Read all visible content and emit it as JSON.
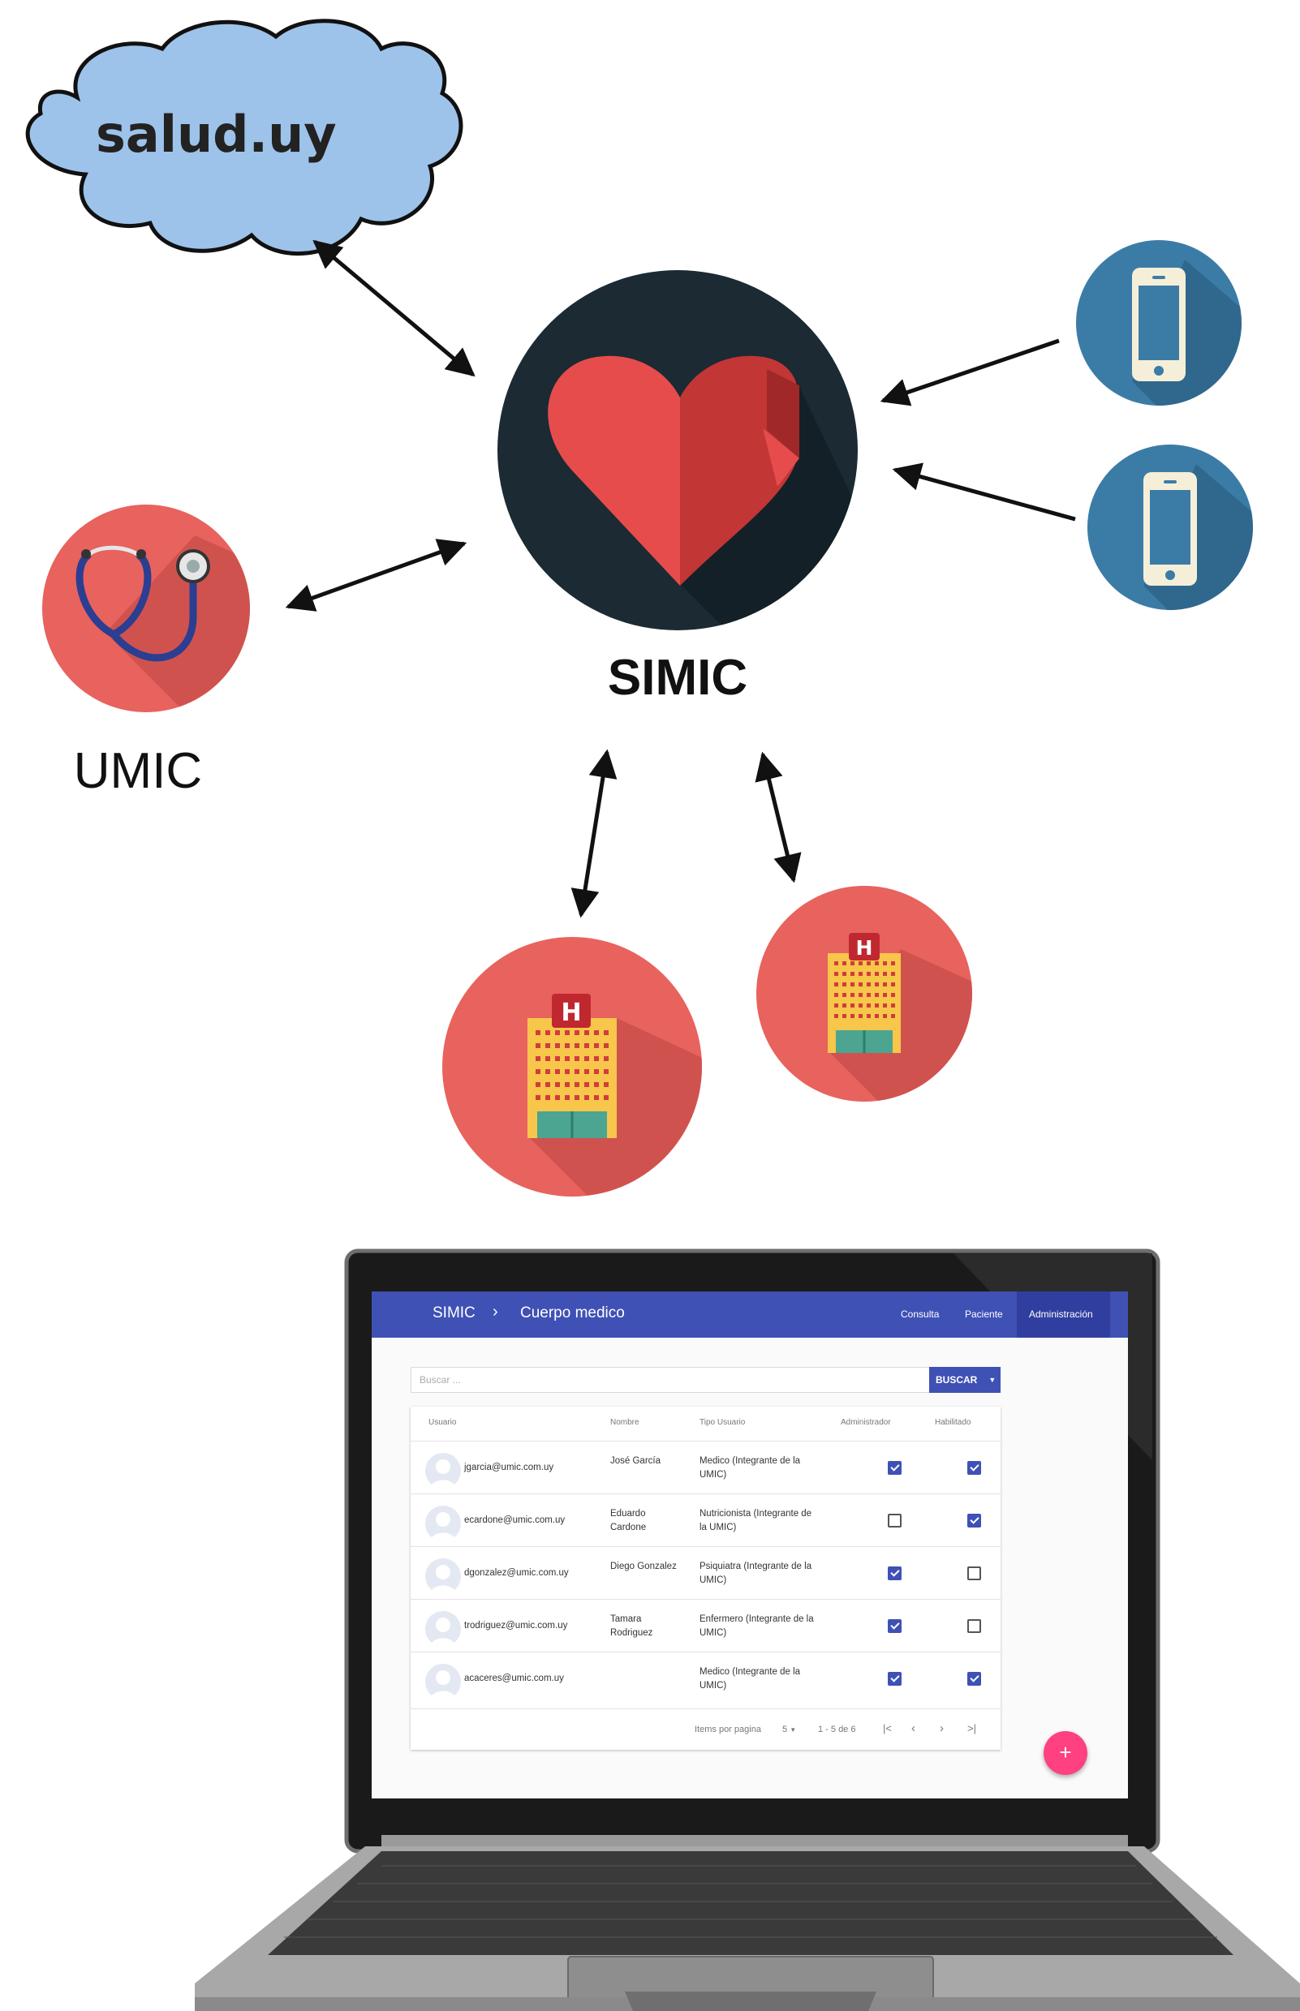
{
  "diagram": {
    "cloud_label": "salud.uy",
    "center_label": "SIMIC",
    "left_node_label": "UMIC"
  },
  "app": {
    "header": {
      "app_name": "SIMIC",
      "separator": "›",
      "page_title": "Cuerpo medico",
      "nav": [
        "Consulta",
        "Paciente",
        "Administración"
      ]
    },
    "search": {
      "placeholder": "Buscar ...",
      "button_label": "BUSCAR"
    },
    "table": {
      "columns": [
        "Usuario",
        "Nombre",
        "Tipo Usuario",
        "Administrador",
        "Habilitado"
      ],
      "rows": [
        {
          "user": "jgarcia@umic.com.uy",
          "name": "José García",
          "type": "Medico (Integrante de la UMIC)",
          "admin": true,
          "enabled": true
        },
        {
          "user": "ecardone@umic.com.uy",
          "name": "Eduardo Cardone",
          "type": "Nutricionista (Integrante de la UMIC)",
          "admin": false,
          "enabled": true
        },
        {
          "user": "dgonzalez@umic.com.uy",
          "name": "Diego Gonzalez",
          "type": "Psiquiatra (Integrante de la UMIC)",
          "admin": true,
          "enabled": false
        },
        {
          "user": "trodriguez@umic.com.uy",
          "name": "Tamara Rodriguez",
          "type": "Enfermero (Integrante de la UMIC)",
          "admin": true,
          "enabled": false
        },
        {
          "user": "acaceres@umic.com.uy",
          "name": "",
          "type": "Medico (Integrante de la UMIC)",
          "admin": true,
          "enabled": true
        }
      ]
    },
    "pagination": {
      "items_label": "Items por pagina",
      "page_size": "5",
      "range": "1 - 5 de 6"
    },
    "fab_label": "+"
  },
  "colors": {
    "primary": "#3f51b5",
    "accent": "#ff4081",
    "cloud": "#9ec3ea",
    "node_red": "#e8625e",
    "node_blue": "#3b7ca6",
    "hub": "#1b2a33"
  }
}
